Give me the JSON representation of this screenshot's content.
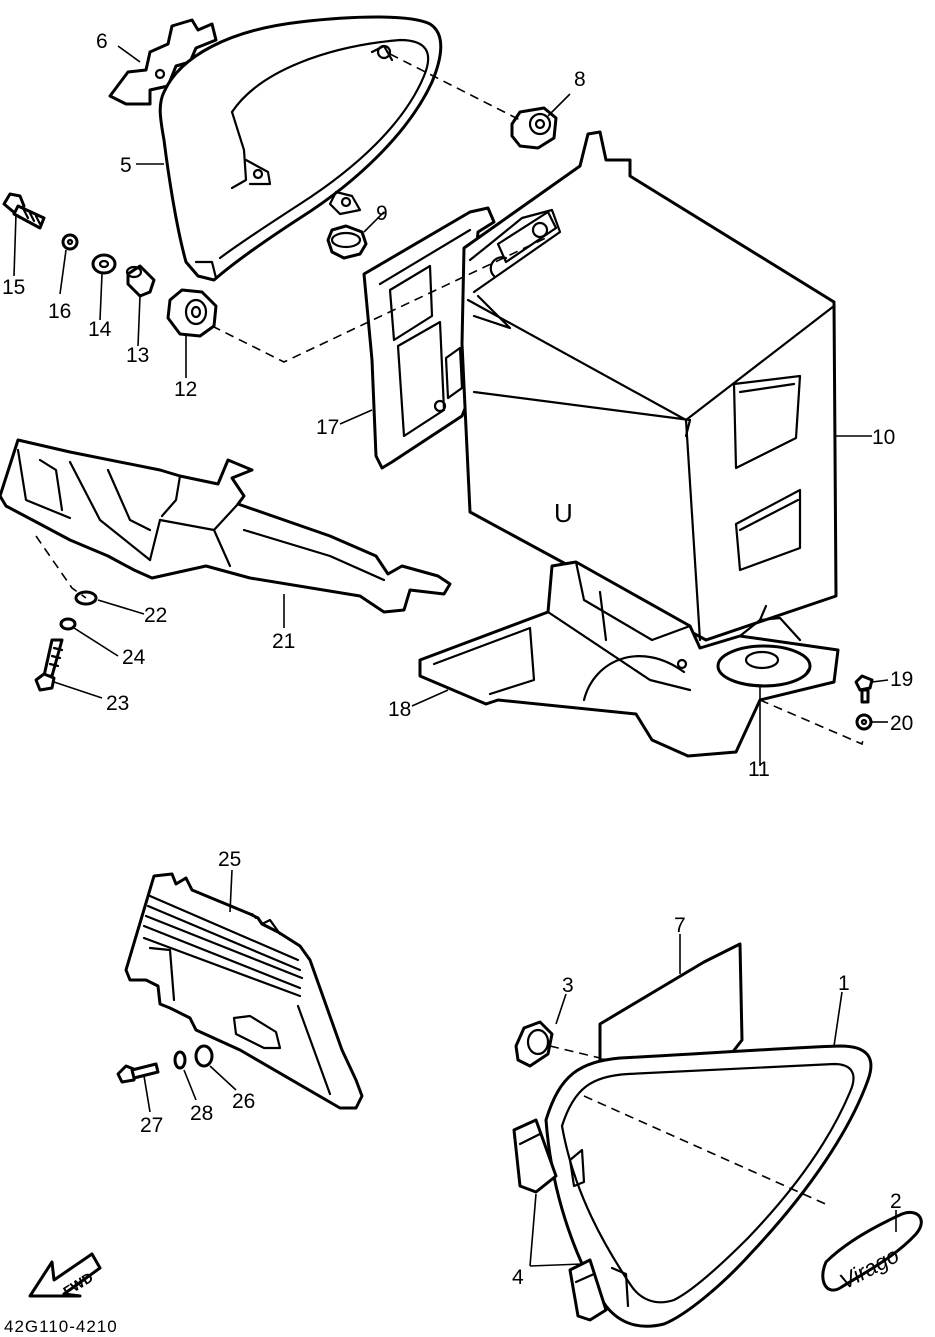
{
  "diagram": {
    "drawing_code": "42G110-4210",
    "direction_arrow_label": "FWD",
    "emblem_script": "Virago",
    "box_marking": "U",
    "callouts": [
      "1",
      "2",
      "3",
      "4",
      "5",
      "6",
      "7",
      "8",
      "9",
      "10",
      "11",
      "12",
      "13",
      "14",
      "15",
      "16",
      "17",
      "18",
      "19",
      "20",
      "21",
      "22",
      "23",
      "24",
      "25",
      "26",
      "27",
      "28"
    ]
  }
}
